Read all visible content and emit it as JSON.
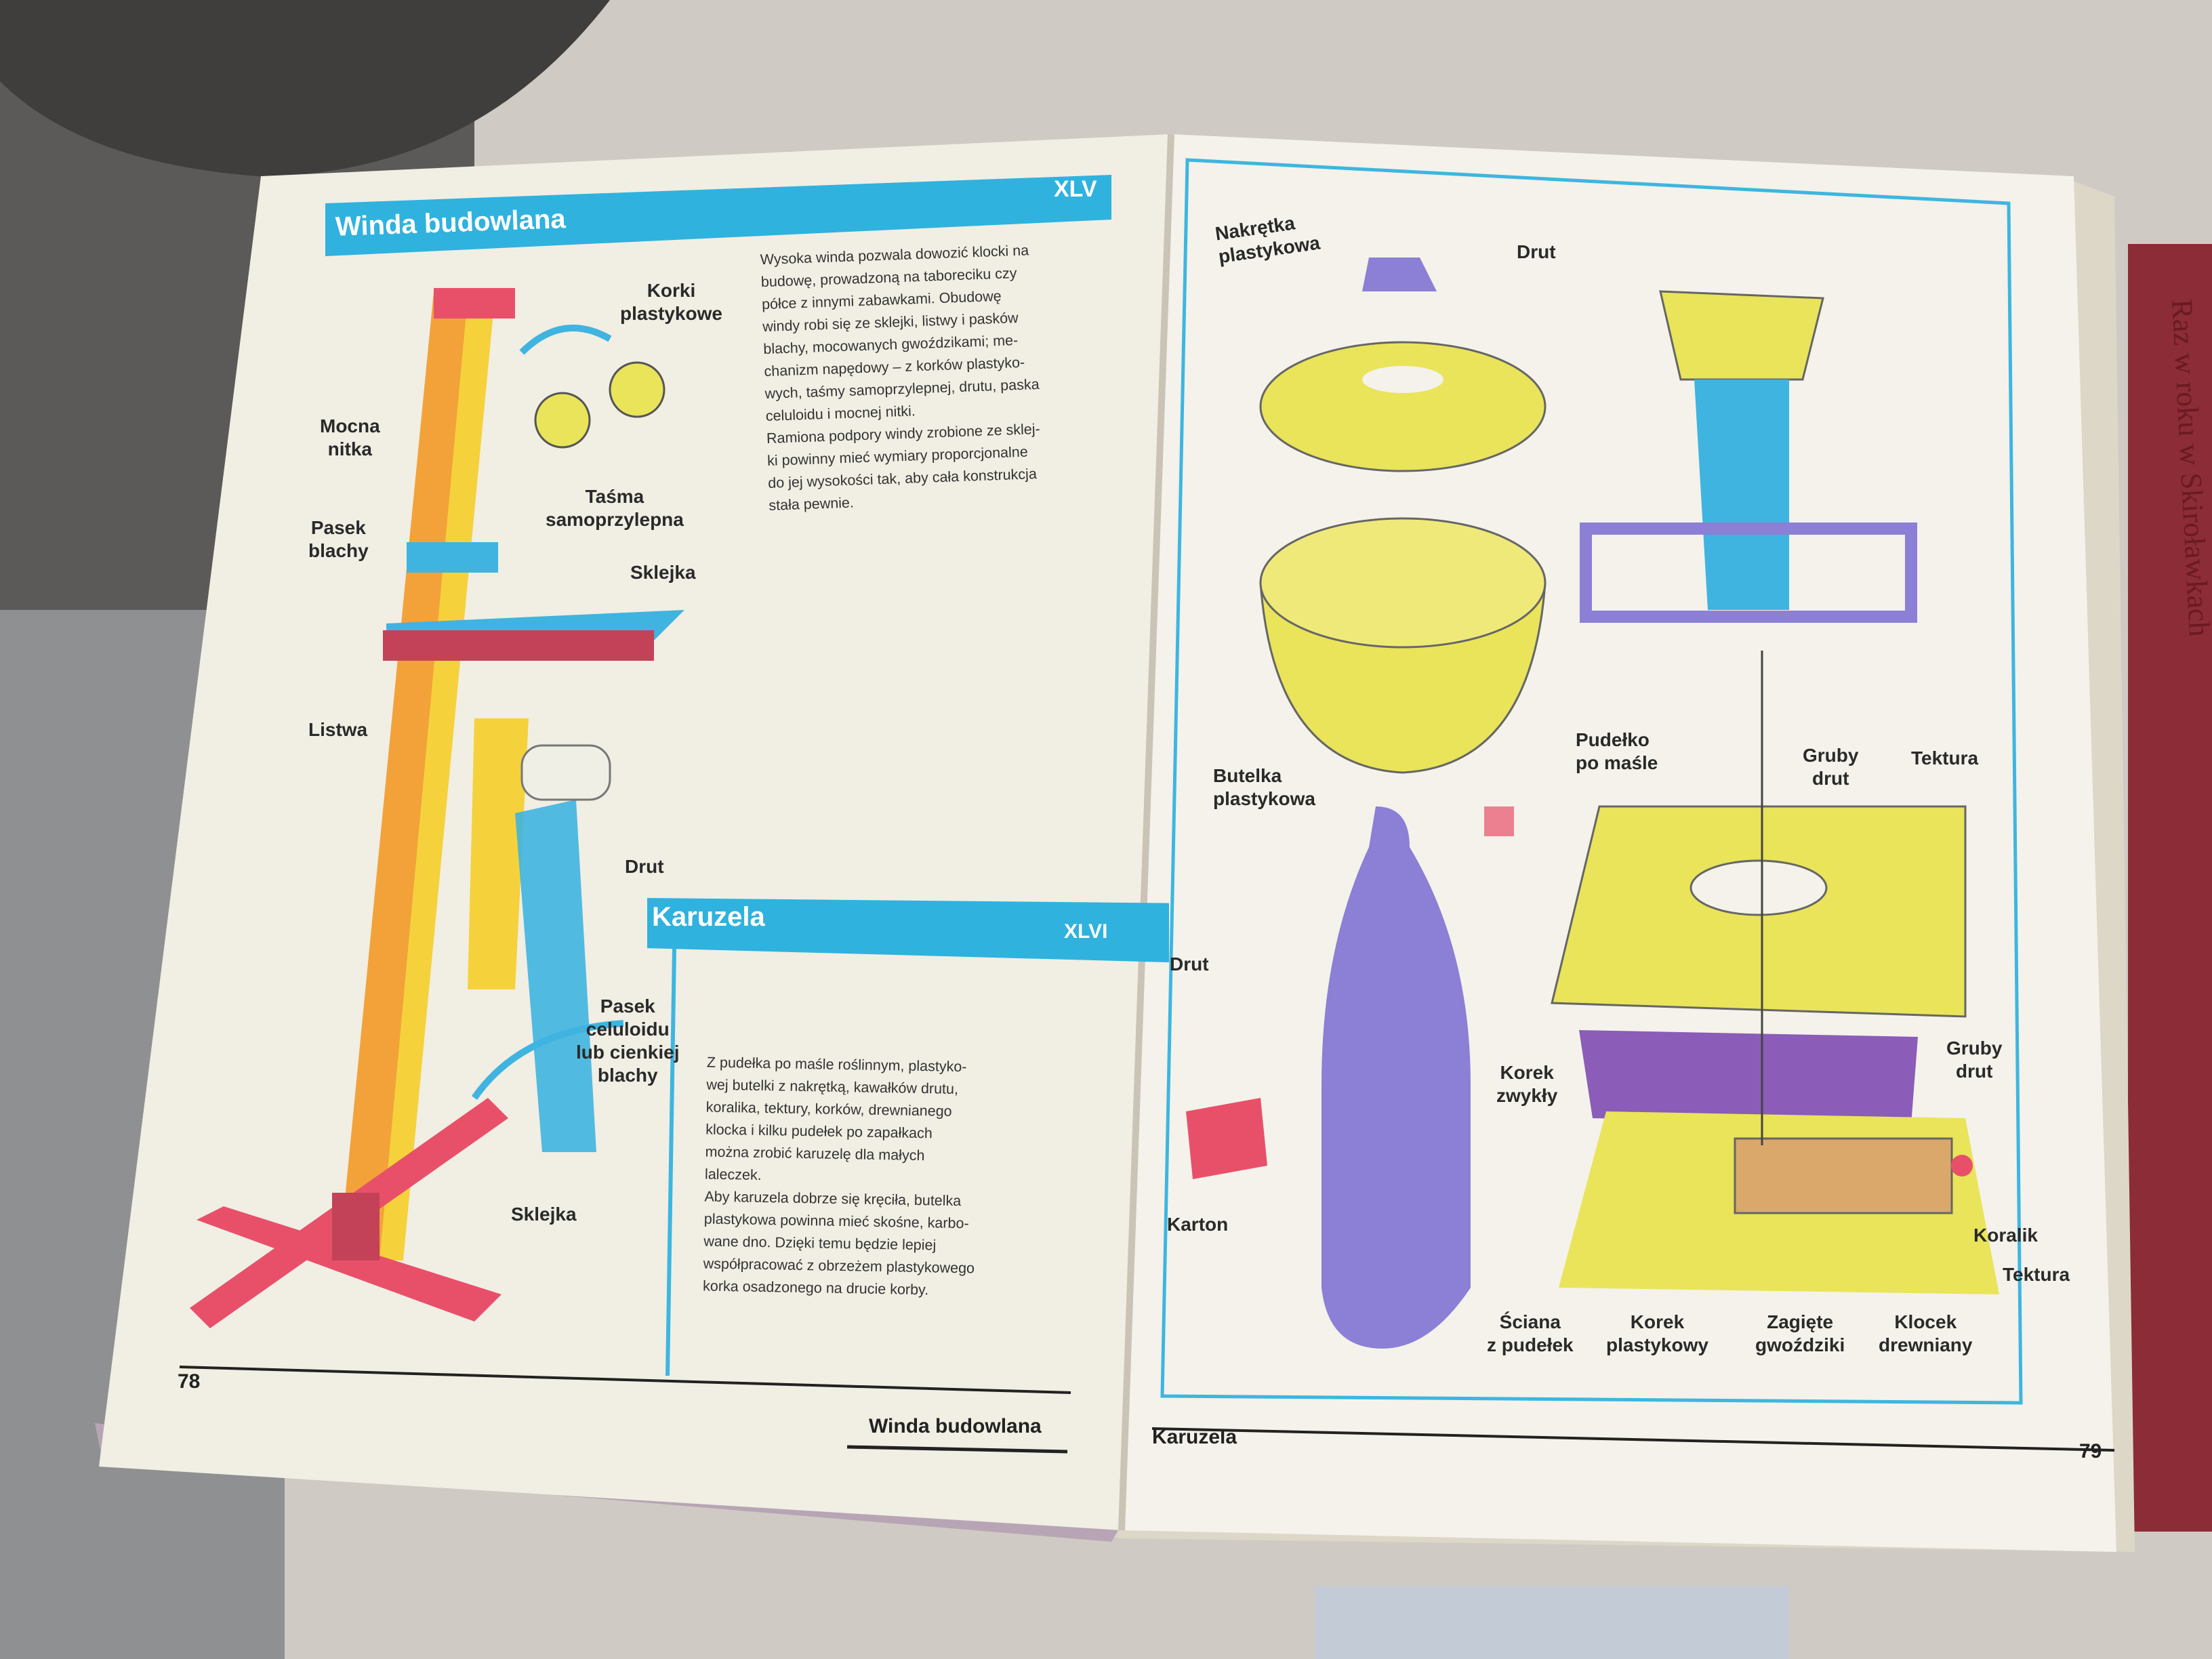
{
  "left_page": {
    "section_title": "Winda budowlana",
    "section_number": "XLV",
    "description": "Wysoka winda pozwala dowozić klocki na\nbudowę, prowadzoną na taboreciku czy\npółce z innymi zabawkami. Obudowę\nwindy robi się ze sklejki, listwy i pasków\nblachy, mocowanych gwoździkami; me-\nchanizm napędowy – z korków plastyko-\nwych, taśmy samoprzylepnej, drutu, paska\nceluloidu i mocnej nitki.\nRamiona podpory windy zrobione ze sklej-\nki powinny mieć wymiary proporcjonalne\ndo jej wysokości tak, aby cała konstrukcja\nstała pewnie.",
    "labels": {
      "korki": "Korki\nplastykowe",
      "nitka": "Mocna\nnitka",
      "tasma": "Taśma\nsamoprzylepna",
      "pasek_blachy": "Pasek\nblachy",
      "sklejka_top": "Sklejka",
      "listwa": "Listwa",
      "drut": "Drut",
      "pasek_celuloidu": "Pasek\nceluloidu\nlub cienkiej\nblachy",
      "sklejka_bottom": "Sklejka"
    },
    "subsection_title": "Karuzela",
    "subsection_number": "XLVI",
    "subsection_description": "Z pudełka po maśle roślinnym, plastyko-\nwej butelki z nakrętką, kawałków drutu,\nkoralika, tektury, korków, drewnianego\nklocka i kilku pudełek po zapałkach\nmożna zrobić karuzelę dla małych\nlaleczek.\nAby karuzela dobrze się kręciła, butelka\nplastykowa powinna mieć skośne, karbo-\nwane dno. Dzięki temu będzie lepiej\nwspółpracować z obrzeżem plastykowego\nkorka osadzonego na drucie korby.",
    "page_number": "78",
    "running_footer": "Winda budowlana"
  },
  "right_page": {
    "labels": {
      "nakretka": "Nakrętka\nplastykowa",
      "drut_top": "Drut",
      "pudelko": "Pudełko\npo maśle",
      "butelka": "Butelka\nplastykowa",
      "gruby_drut_1": "Gruby\ndrut",
      "tektura_top": "Tektura",
      "drut_left": "Drut",
      "korek_zwykly": "Korek\nzwykły",
      "gruby_drut_2": "Gruby\ndrut",
      "karton": "Karton",
      "koralik": "Koralik",
      "tektura_bottom": "Tektura",
      "sciana": "Ściana\nz pudełek",
      "korek_plastykowy": "Korek\nplastykowy",
      "zagiete": "Zagięte\ngwoździki",
      "klocek": "Klocek\ndrewniany"
    },
    "page_number": "79",
    "running_footer": "Karuzela"
  },
  "side_book": {
    "spine_title": "Raz w roku w Skiroławkach"
  },
  "colors": {
    "accent_blue": "#2fb2de",
    "yellow": "#e9e45a",
    "orange": "#f3a23a",
    "pink": "#e8506a",
    "purple": "#8b7fd6"
  }
}
